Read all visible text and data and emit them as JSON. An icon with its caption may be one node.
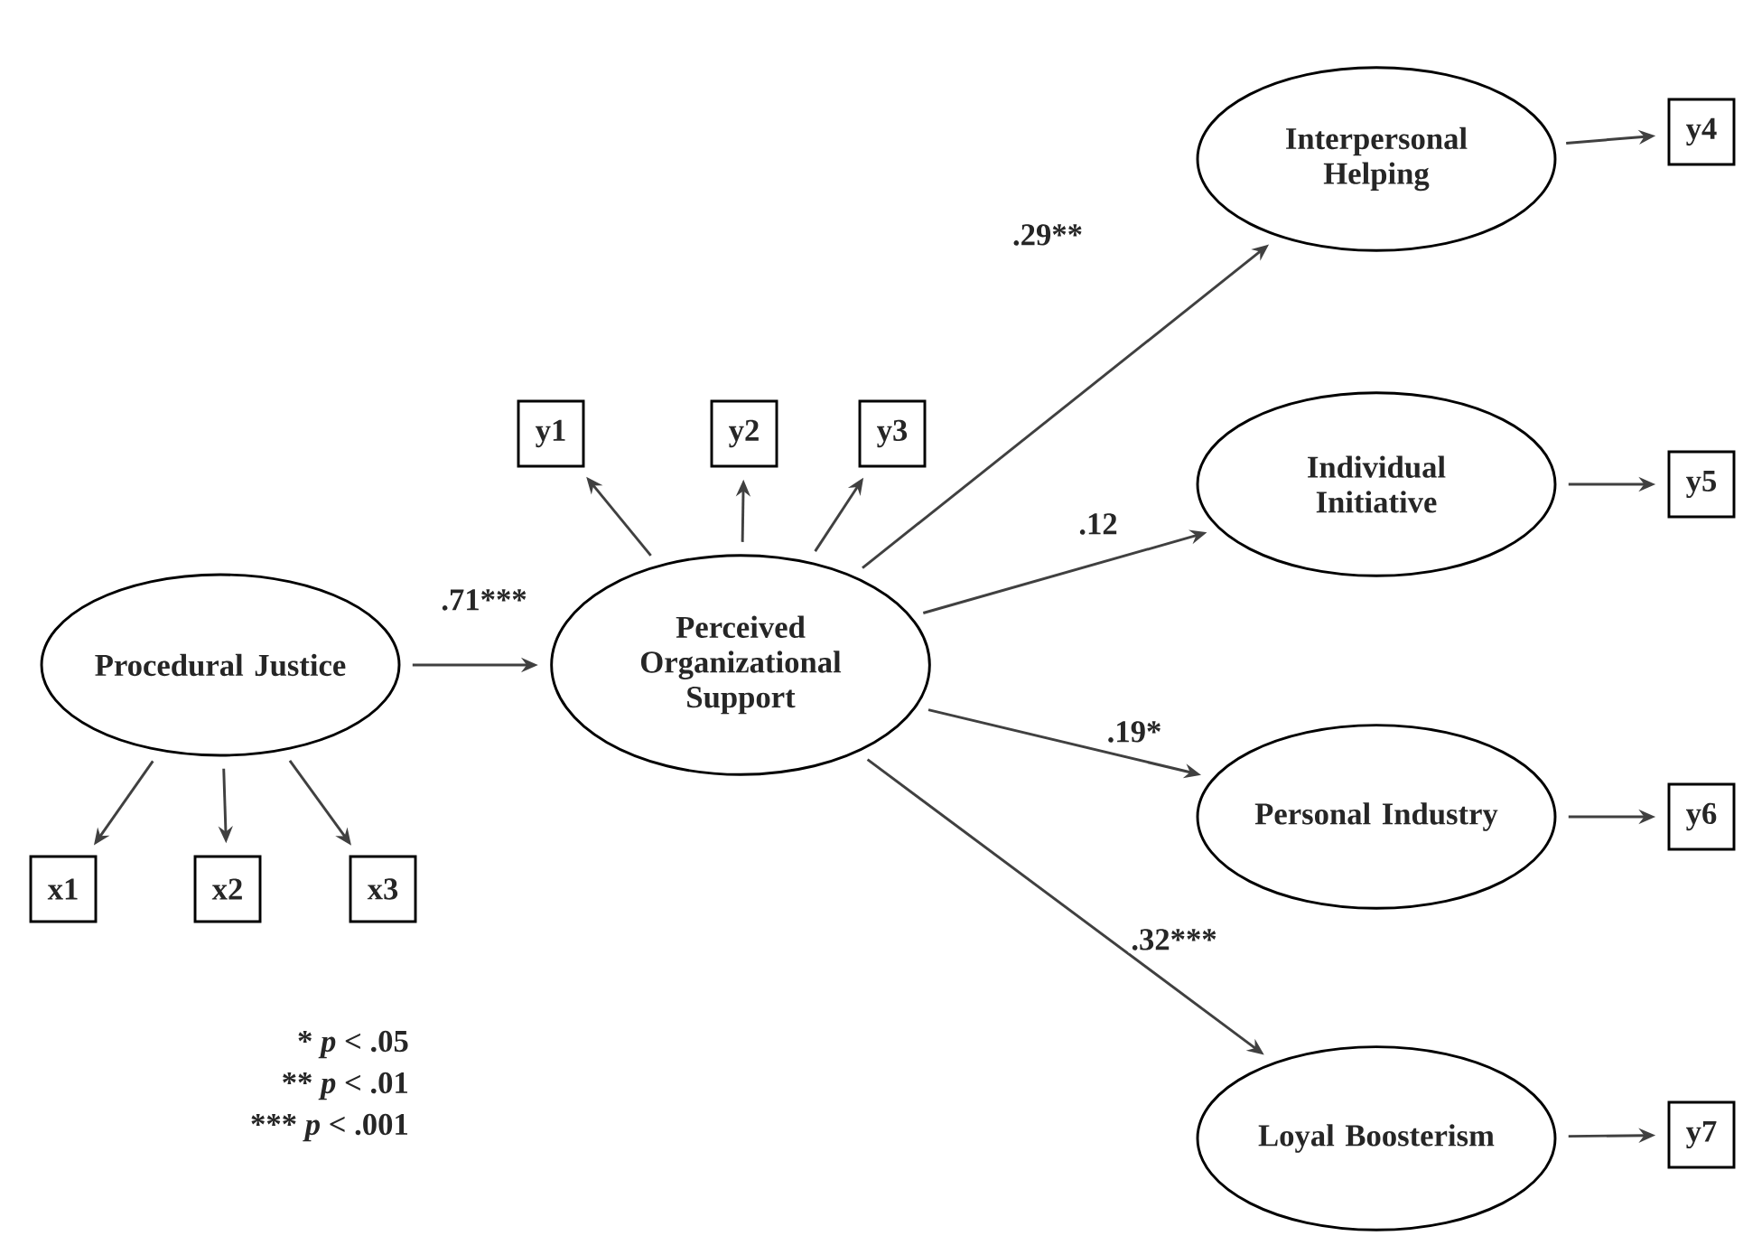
{
  "diagram": {
    "nodes": [
      {
        "text": [
          "Procedural Justice"
        ]
      },
      {
        "text": [
          "Perceived Organizational Support"
        ]
      },
      {
        "text": [
          "Interpersonal Helping"
        ]
      },
      {
        "text": [
          "Individual Initiative"
        ]
      },
      {
        "text": [
          "Personal Industry"
        ]
      },
      {
        "text": [
          "Loyal Boosterism"
        ]
      },
      {
        "text": [
          "y1"
        ]
      },
      {
        "text": [
          "y2"
        ]
      },
      {
        "text": [
          "y3"
        ]
      },
      {
        "text": [
          "x1"
        ]
      },
      {
        "text": [
          "x2"
        ]
      },
      {
        "text": [
          "x3"
        ]
      },
      {
        "text": [
          "y4"
        ]
      },
      {
        "text": [
          "y5"
        ]
      },
      {
        "text": [
          "y6"
        ]
      },
      {
        "text": [
          "y7"
        ]
      }
    ],
    "edges": [
      {
        "from": 0,
        "to": 1,
        "arrow": "to",
        "label": ".71***"
      },
      {
        "from": 1,
        "to": 2,
        "arrow": "to",
        "label": ".29**"
      },
      {
        "from": 1,
        "to": 3,
        "arrow": "to",
        "label": ".12"
      },
      {
        "from": 1,
        "to": 4,
        "arrow": "to",
        "label": ".19*"
      },
      {
        "from": 1,
        "to": 5,
        "arrow": "to",
        "label": ".32***"
      },
      {
        "from": 1,
        "to": 6,
        "arrow": "to"
      },
      {
        "from": 1,
        "to": 7,
        "arrow": "to"
      },
      {
        "from": 1,
        "to": 8,
        "arrow": "to"
      },
      {
        "from": 0,
        "to": 9,
        "arrow": "to"
      },
      {
        "from": 0,
        "to": 10,
        "arrow": "to"
      },
      {
        "from": 0,
        "to": 11,
        "arrow": "to"
      },
      {
        "from": 2,
        "to": 12,
        "arrow": "to"
      },
      {
        "from": 3,
        "to": 13,
        "arrow": "to"
      },
      {
        "from": 4,
        "to": 14,
        "arrow": "to"
      },
      {
        "from": 5,
        "to": 15,
        "arrow": "to"
      }
    ],
    "labels": [
      "* *p* < .05",
      "** *p* < .01",
      "*** *p* < .001"
    ]
  }
}
